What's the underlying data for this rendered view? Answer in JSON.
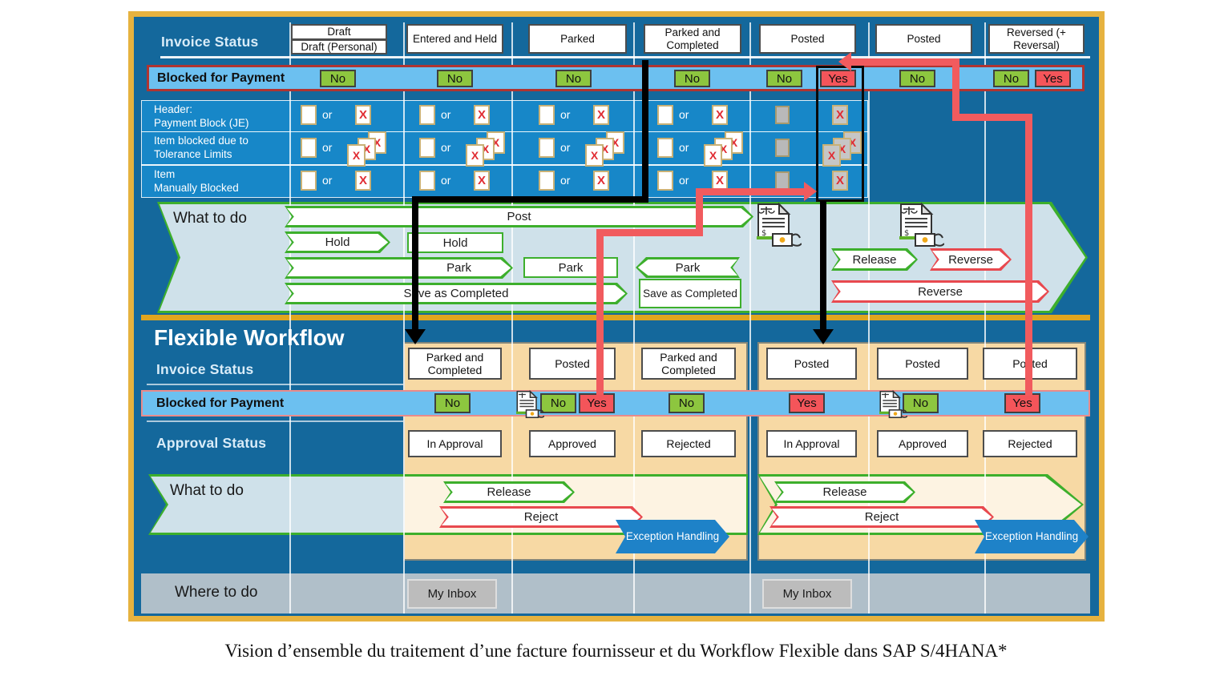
{
  "colors": {
    "frame_gold": "#e6b23f",
    "background_blue": "#14689c",
    "rows_blue": "#1787c8",
    "band_blue": "#6cc0f0",
    "band_border_red": "#b03431",
    "band_border_salmon": "#e98b8b",
    "badge_green": "#8dc63f",
    "badge_red": "#f4555a",
    "arrow_green": "#3daf2c",
    "arrow_red": "#e8494f",
    "panel_tan": "#f7d9a4",
    "band_cream": "#fdf3e2",
    "what_band_blue": "#cfe1ea",
    "line_red": "#f15b5e",
    "line_black": "#000000",
    "exception_blue": "#1e82c8",
    "where_gray": "#b0bfc9",
    "gold_separator": "#e0a51e"
  },
  "glyphs": {
    "x_mark": "X",
    "or_label": "or"
  },
  "top": {
    "section_label": "Invoice Status",
    "columns": [
      {
        "label": "Draft",
        "sub_label": "Draft (Personal)"
      },
      {
        "label": "Entered and Held"
      },
      {
        "label": "Parked"
      },
      {
        "label": "Parked and Completed"
      },
      {
        "label": "Posted"
      },
      {
        "label": "Posted"
      },
      {
        "label": "Reversed (+ Reversal)"
      }
    ],
    "blocked_row": {
      "label": "Blocked for Payment",
      "badges": [
        "No",
        "No",
        "No",
        "No",
        "No",
        "Yes",
        "No",
        "No",
        "Yes"
      ]
    },
    "block_rows": [
      {
        "line1": "Header:",
        "line2": "Payment Block (JE)"
      },
      {
        "line1": "Item blocked due to",
        "line2": "Tolerance Limits"
      },
      {
        "line1": "Item",
        "line2": "Manually Blocked"
      }
    ]
  },
  "what_top": {
    "label": "What to do",
    "post": "Post",
    "hold_a": "Hold",
    "hold_b": "Hold",
    "park_a": "Park",
    "park_b": "Park",
    "park_c": "Park",
    "save_a": "Save as Completed",
    "save_b": "Save as Completed",
    "release": "Release",
    "reverse_a": "Reverse",
    "reverse_b": "Reverse"
  },
  "flexible": {
    "title": "Flexible Workflow",
    "invoice_status_label": "Invoice Status",
    "blocked_label": "Blocked for Payment",
    "approval_label": "Approval Status",
    "what_label": "What to do",
    "where_label": "Where to do",
    "panel1": {
      "statuses": [
        "Parked and Completed",
        "Posted",
        "Parked and Completed"
      ],
      "blocked_badges": [
        "No",
        "No",
        "Yes",
        "No"
      ],
      "approvals": [
        "In Approval",
        "Approved",
        "Rejected"
      ],
      "release": "Release",
      "reject": "Reject",
      "exception": "Exception Handling",
      "inbox": "My Inbox"
    },
    "panel2": {
      "statuses": [
        "Posted",
        "Posted",
        "Posted"
      ],
      "blocked_badges": [
        "Yes",
        "No",
        "Yes"
      ],
      "approvals": [
        "In Approval",
        "Approved",
        "Rejected"
      ],
      "release": "Release",
      "reject": "Reject",
      "exception": "Exception Handling",
      "inbox": "My Inbox"
    }
  },
  "caption": "Vision d’ensemble du traitement d’une facture fournisseur et du Workflow Flexible dans SAP S/4HANA*"
}
